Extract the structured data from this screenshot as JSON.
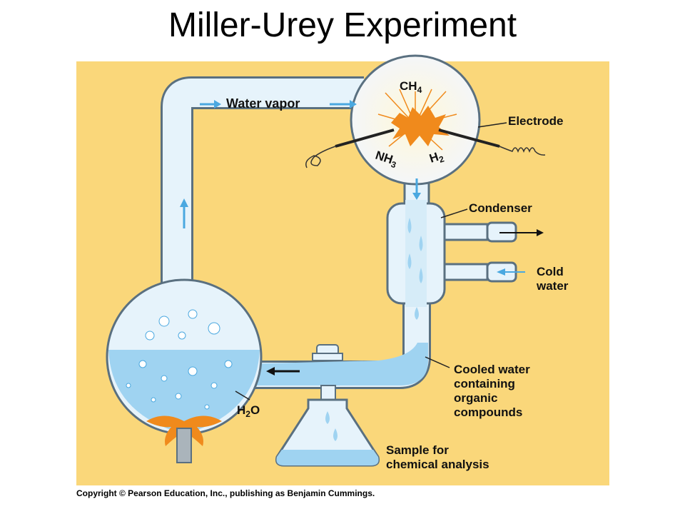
{
  "title": "Miller-Urey Experiment",
  "labels": {
    "water_vapor": "Water vapor",
    "ch4": "CH",
    "ch4_sub": "4",
    "nh3": "NH",
    "nh3_sub": "3",
    "h2": "H",
    "h2_sub": "2",
    "electrode": "Electrode",
    "condenser": "Condenser",
    "cold_water_1": "Cold",
    "cold_water_2": "water",
    "cooled_1": "Cooled water",
    "cooled_2": "containing",
    "cooled_3": "organic",
    "cooled_4": "compounds",
    "h2o": "H",
    "h2o_sub": "2",
    "h2o_end": "O",
    "sample_1": "Sample for",
    "sample_2": "chemical analysis"
  },
  "copyright": "Copyright © Pearson Education, Inc., publishing as Benjamin Cummings.",
  "colors": {
    "background": "#fad77a",
    "glass": "#e6f3fb",
    "water": "#9fd3f1",
    "arrow_blue": "#4aa8e0",
    "spark": "#f08a1c"
  }
}
